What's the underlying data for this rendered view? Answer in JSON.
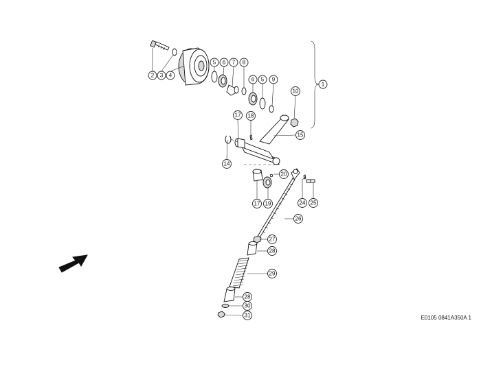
{
  "diagram": {
    "reference_code": "E0105 0841A350A 1",
    "callouts": [
      {
        "id": "c1",
        "label": "1"
      },
      {
        "id": "c2",
        "label": "2"
      },
      {
        "id": "c3",
        "label": "3"
      },
      {
        "id": "c4",
        "label": "4"
      },
      {
        "id": "c5a",
        "label": "5"
      },
      {
        "id": "c6a",
        "label": "6"
      },
      {
        "id": "c7",
        "label": "7"
      },
      {
        "id": "c8",
        "label": "8"
      },
      {
        "id": "c6b",
        "label": "6"
      },
      {
        "id": "c5b",
        "label": "5"
      },
      {
        "id": "c9",
        "label": "9"
      },
      {
        "id": "c10",
        "label": "10"
      },
      {
        "id": "c17a",
        "label": "17"
      },
      {
        "id": "c18",
        "label": "18"
      },
      {
        "id": "c15",
        "label": "15"
      },
      {
        "id": "c14",
        "label": "14"
      },
      {
        "id": "c20",
        "label": "20"
      },
      {
        "id": "c17b",
        "label": "17"
      },
      {
        "id": "c19",
        "label": "19"
      },
      {
        "id": "c24",
        "label": "24"
      },
      {
        "id": "c25",
        "label": "25"
      },
      {
        "id": "c26",
        "label": "26"
      },
      {
        "id": "c27",
        "label": "27"
      },
      {
        "id": "c28a",
        "label": "28"
      },
      {
        "id": "c29",
        "label": "29"
      },
      {
        "id": "c28b",
        "label": "28"
      },
      {
        "id": "c30",
        "label": "30"
      },
      {
        "id": "c31",
        "label": "31"
      }
    ]
  }
}
